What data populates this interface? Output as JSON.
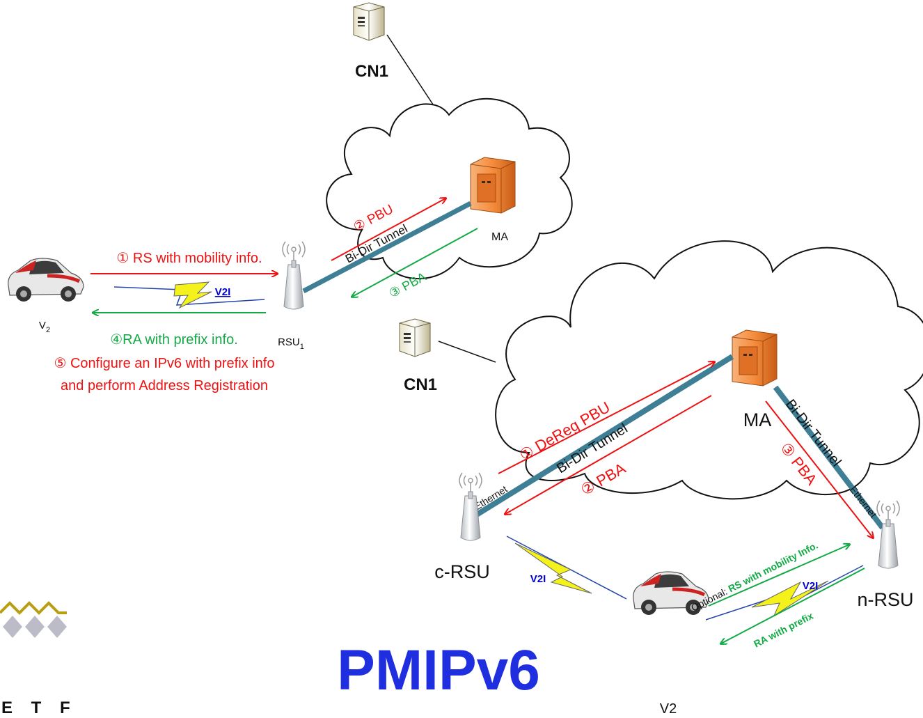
{
  "title": "PMIPv6",
  "logo": {
    "letters": "E T F"
  },
  "top": {
    "cn_label": "CN1",
    "ma_label": "MA",
    "rsu_label": "RSU",
    "rsu_sub": "1",
    "vehicle_label": "V",
    "vehicle_sub": "2",
    "tunnel_label": "Bi-Dir Tunnel",
    "v2i_label": "V2I",
    "msg_rs": "① RS with mobility info.",
    "msg_pbu": "② PBU",
    "msg_pba": "③ PBA",
    "msg_ra": "④RA with prefix info.",
    "msg_configure_line1": "⑤ Configure an IPv6 with prefix info",
    "msg_configure_line2": "and perform Address Registration"
  },
  "bottom": {
    "cn_label": "CN1",
    "ma_label": "MA",
    "c_rsu_label": "c-RSU",
    "n_rsu_label": "n-RSU",
    "vehicle_label": "V2",
    "ethernet_label": "Ethernet",
    "ethernet_label2": "Ethernet",
    "tunnel_label": "Bi-Dir Tunnel",
    "tunnel_label2": "Bi-Dir Tunnel",
    "msg_dereg": "① DeReg PBU",
    "msg_pba2": "② PBA",
    "msg_pba3": "③ PBA",
    "v2i_label_left": "V2I",
    "v2i_label_right": "V2I",
    "msg_optional_prefix": "Optional: ",
    "msg_optional": "RS with mobility Info.",
    "msg_ra_prefix": "RA with prefix"
  },
  "colors": {
    "request": "#ee1111",
    "reply": "#11aa44",
    "tunnel": "#3f7f95",
    "title": "#1f2fe0",
    "bolt": "#f4f21a"
  }
}
